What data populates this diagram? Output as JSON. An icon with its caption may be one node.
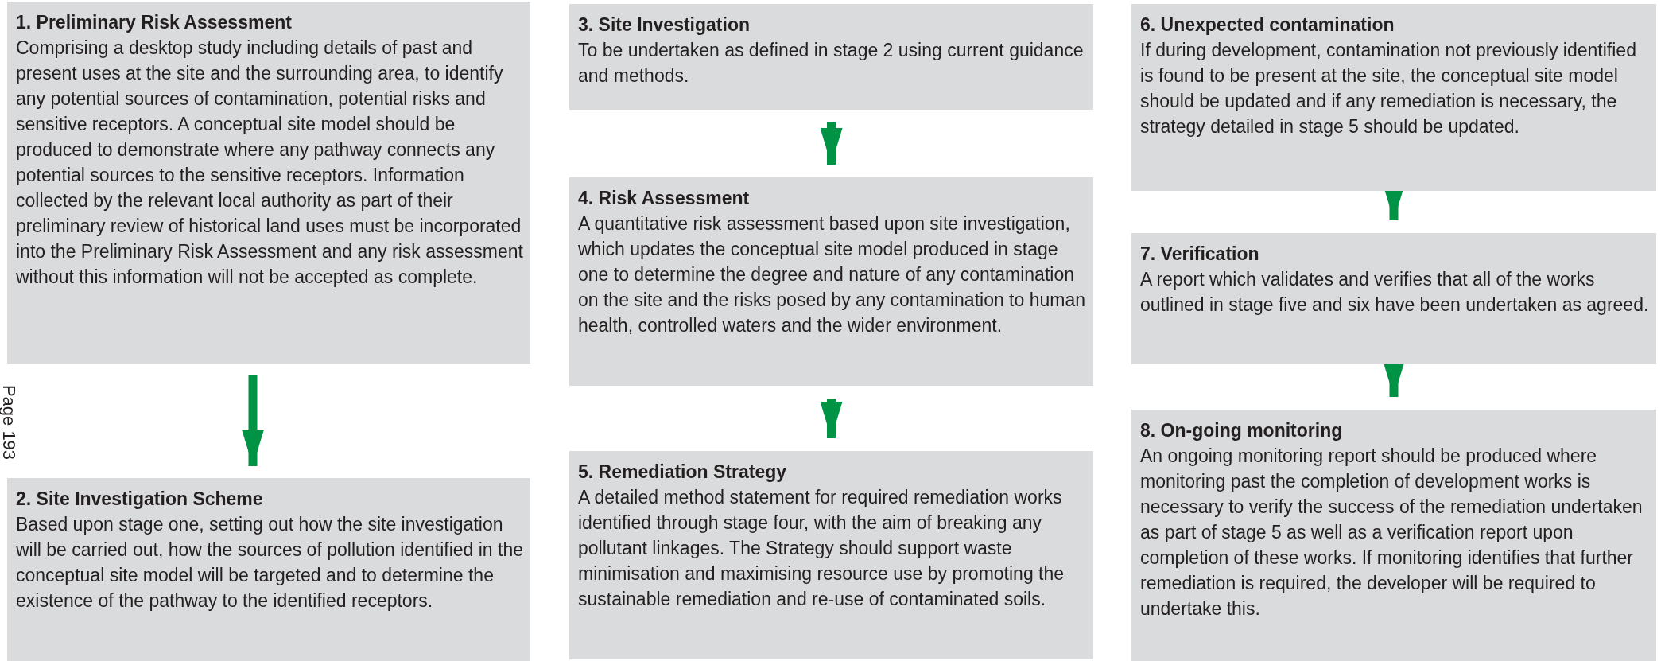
{
  "diagram": {
    "nodes": [
      {
        "text": [
          "1.  Preliminary Risk Assessment",
          "Comprising a desktop study including details of past and present uses at the site and the surrounding area, to identify any potential sources of contamination, potential risks and sensitive receptors. A conceptual site model should be produced to demonstrate where any pathway connects any potential sources to the sensitive receptors. Information collected by the relevant local authority as part of their preliminary review of historical land uses must be incorporated into the Preliminary Risk Assessment and any risk assessment without this information will not be accepted as complete."
        ]
      },
      {
        "text": [
          "2.  Site Investigation Scheme",
          "Based upon stage one, setting out how the site investigation will be carried out, how the sources of pollution identified in the conceptual site model will be targeted and to determine the existence of the pathway to the identified receptors."
        ]
      },
      {
        "text": [
          "3.  Site Investigation",
          "To be undertaken as defined in stage 2 using current guidance and methods."
        ]
      },
      {
        "text": [
          "4.  Risk Assessment",
          "A quantitative risk assessment based upon site investigation, which updates the conceptual site model produced in stage one  to determine the degree and nature of any contamination on the site and the risks posed by any contamination to human health, controlled waters and the wider environment."
        ]
      },
      {
        "text": [
          "5.  Remediation Strategy",
          "A detailed method statement for required remediation works identified through stage four, with the aim of breaking any pollutant linkages. The Strategy should support waste minimisation and maximising resource use by promoting the sustainable remediation and re-use of contaminated soils."
        ]
      },
      {
        "text": [
          "6. Unexpected contamination",
          "If during development, contamination not previously identified is found to be present at the site, the conceptual site model should be updated and if any remediation is necessary, the strategy detailed in stage 5 should be updated."
        ]
      },
      {
        "text": [
          "7.  Verification",
          "A report which validates and verifies that all of the works outlined in stage five and six have been undertaken as agreed."
        ]
      },
      {
        "text": [
          "8.  On-going monitoring",
          "An ongoing monitoring report should be produced where monitoring past the completion of development works is necessary to verify the success of the remediation undertaken as part of stage 5 as well as a verification report upon completion of these works. If monitoring identifies that further remediation is required, the developer will be required to undertake this."
        ]
      }
    ],
    "edges": [
      {
        "from": 0,
        "to": 1,
        "arrow": "to"
      },
      {
        "from": 2,
        "to": 3,
        "arrow": "to"
      },
      {
        "from": 3,
        "to": 4,
        "arrow": "to"
      },
      {
        "from": 5,
        "to": 6,
        "arrow": "to"
      },
      {
        "from": 6,
        "to": 7,
        "arrow": "to"
      }
    ],
    "labels": [
      "Page 193"
    ]
  }
}
